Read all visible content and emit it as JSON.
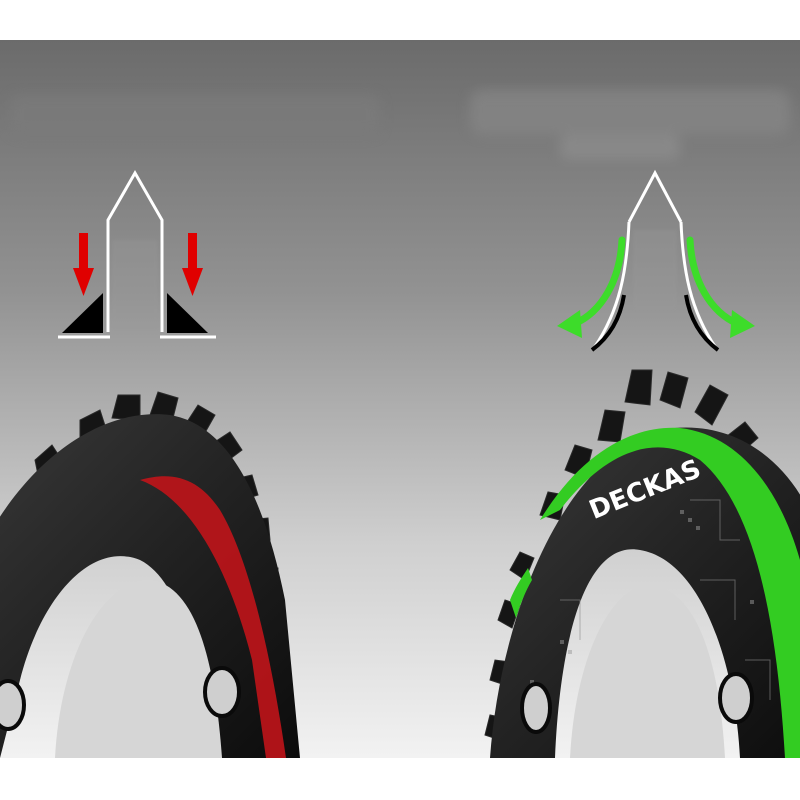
{
  "scene": {
    "background_gradient": [
      "#6a6a6a",
      "#9a9a9a",
      "#d8d8d8",
      "#efefef"
    ],
    "blurred_heading_color": "#8a8a8a"
  },
  "left_illustration": {
    "icon": "standard-tooth-profile-icon",
    "arrow_color": "#e00000",
    "arrow_direction": "down",
    "ring_accent_color": "#c0141a"
  },
  "right_illustration": {
    "icon": "narrow-wide-tooth-profile-icon",
    "arrow_color": "#3ddc2a",
    "arrow_direction": "outward",
    "ring_accent_color": "#33cc22",
    "brand_label": "DECKAS"
  },
  "chainring_color": "#1a1a1a"
}
